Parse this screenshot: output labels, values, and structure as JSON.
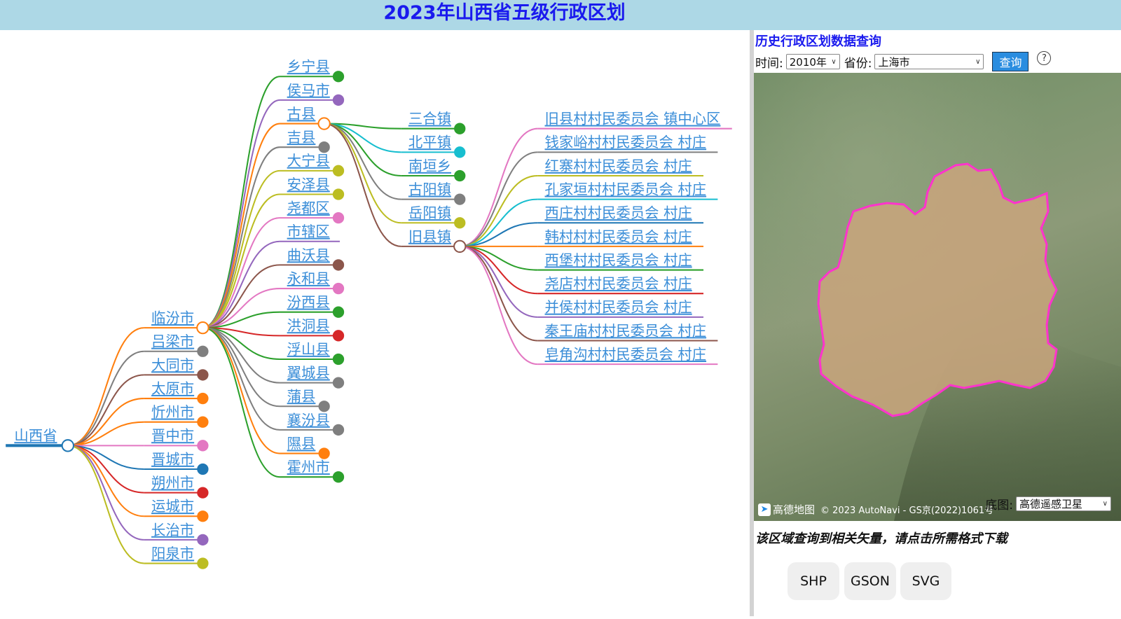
{
  "title": "2023年山西省五级行政区划",
  "tree": {
    "name": "山西省",
    "color": "#1f77b4",
    "children": [
      {
        "name": "临汾市",
        "color": "#ff7f0e",
        "expanded": true,
        "children": [
          {
            "name": "乡宁县",
            "color": "#2ca02c"
          },
          {
            "name": "侯马市",
            "color": "#9467bd"
          },
          {
            "name": "古县",
            "color": "#ff7f0e",
            "expanded": true,
            "children": [
              {
                "name": "三合镇",
                "color": "#2ca02c"
              },
              {
                "name": "北平镇",
                "color": "#17becf"
              },
              {
                "name": "南垣乡",
                "color": "#2ca02c"
              },
              {
                "name": "古阳镇",
                "color": "#7f7f7f"
              },
              {
                "name": "岳阳镇",
                "color": "#bcbd22"
              },
              {
                "name": "旧县镇",
                "color": "#8c564b",
                "expanded": true,
                "children": [
                  {
                    "name": "旧县村村民委员会 镇中心区",
                    "color": "#e377c2"
                  },
                  {
                    "name": "钱家峪村村民委员会 村庄",
                    "color": "#7f7f7f"
                  },
                  {
                    "name": "红寨村村民委员会 村庄",
                    "color": "#bcbd22"
                  },
                  {
                    "name": "孔家垣村村民委员会 村庄",
                    "color": "#17becf"
                  },
                  {
                    "name": "西庄村村民委员会 村庄",
                    "color": "#1f77b4"
                  },
                  {
                    "name": "韩村村村民委员会 村庄",
                    "color": "#ff7f0e"
                  },
                  {
                    "name": "西堡村村民委员会 村庄",
                    "color": "#2ca02c"
                  },
                  {
                    "name": "尧店村村民委员会 村庄",
                    "color": "#d62728"
                  },
                  {
                    "name": "并侯村村民委员会 村庄",
                    "color": "#9467bd"
                  },
                  {
                    "name": "秦王庙村村民委员会 村庄",
                    "color": "#8c564b"
                  },
                  {
                    "name": "皂角沟村村民委员会 村庄",
                    "color": "#e377c2"
                  }
                ]
              }
            ]
          },
          {
            "name": "吉县",
            "color": "#7f7f7f"
          },
          {
            "name": "大宁县",
            "color": "#bcbd22"
          },
          {
            "name": "安泽县",
            "color": "#bcbd22"
          },
          {
            "name": "尧都区",
            "color": "#e377c2"
          },
          {
            "name": "市辖区",
            "color": "#9467bd",
            "leafless": true
          },
          {
            "name": "曲沃县",
            "color": "#8c564b"
          },
          {
            "name": "永和县",
            "color": "#e377c2"
          },
          {
            "name": "汾西县",
            "color": "#2ca02c"
          },
          {
            "name": "洪洞县",
            "color": "#d62728"
          },
          {
            "name": "浮山县",
            "color": "#2ca02c"
          },
          {
            "name": "翼城县",
            "color": "#7f7f7f"
          },
          {
            "name": "蒲县",
            "color": "#7f7f7f"
          },
          {
            "name": "襄汾县",
            "color": "#7f7f7f"
          },
          {
            "name": "隰县",
            "color": "#ff7f0e"
          },
          {
            "name": "霍州市",
            "color": "#2ca02c"
          }
        ]
      },
      {
        "name": "吕梁市",
        "color": "#7f7f7f"
      },
      {
        "name": "大同市",
        "color": "#8c564b"
      },
      {
        "name": "太原市",
        "color": "#ff7f0e"
      },
      {
        "name": "忻州市",
        "color": "#ff7f0e"
      },
      {
        "name": "晋中市",
        "color": "#e377c2"
      },
      {
        "name": "晋城市",
        "color": "#1f77b4"
      },
      {
        "name": "朔州市",
        "color": "#d62728"
      },
      {
        "name": "运城市",
        "color": "#ff7f0e"
      },
      {
        "name": "长治市",
        "color": "#9467bd"
      },
      {
        "name": "阳泉市",
        "color": "#bcbd22"
      }
    ]
  },
  "panel": {
    "title": "历史行政区划数据查询",
    "time_label": "时间:",
    "time_value": "2010年",
    "province_label": "省份:",
    "province_value": "上海市",
    "query_label": "查询",
    "help": "?",
    "map_logo_text": "高德地图",
    "map_copyright": "© 2023 AutoNavi - GS京(2022)1061号",
    "basemap_label": "底图:",
    "basemap_value": "高德遥感卫星",
    "download_message": "该区域查询到相关矢量，请点击所需格式下载",
    "downloads": [
      "SHP",
      "GSON",
      "SVG"
    ],
    "boundary_color": "#ff33cc"
  }
}
